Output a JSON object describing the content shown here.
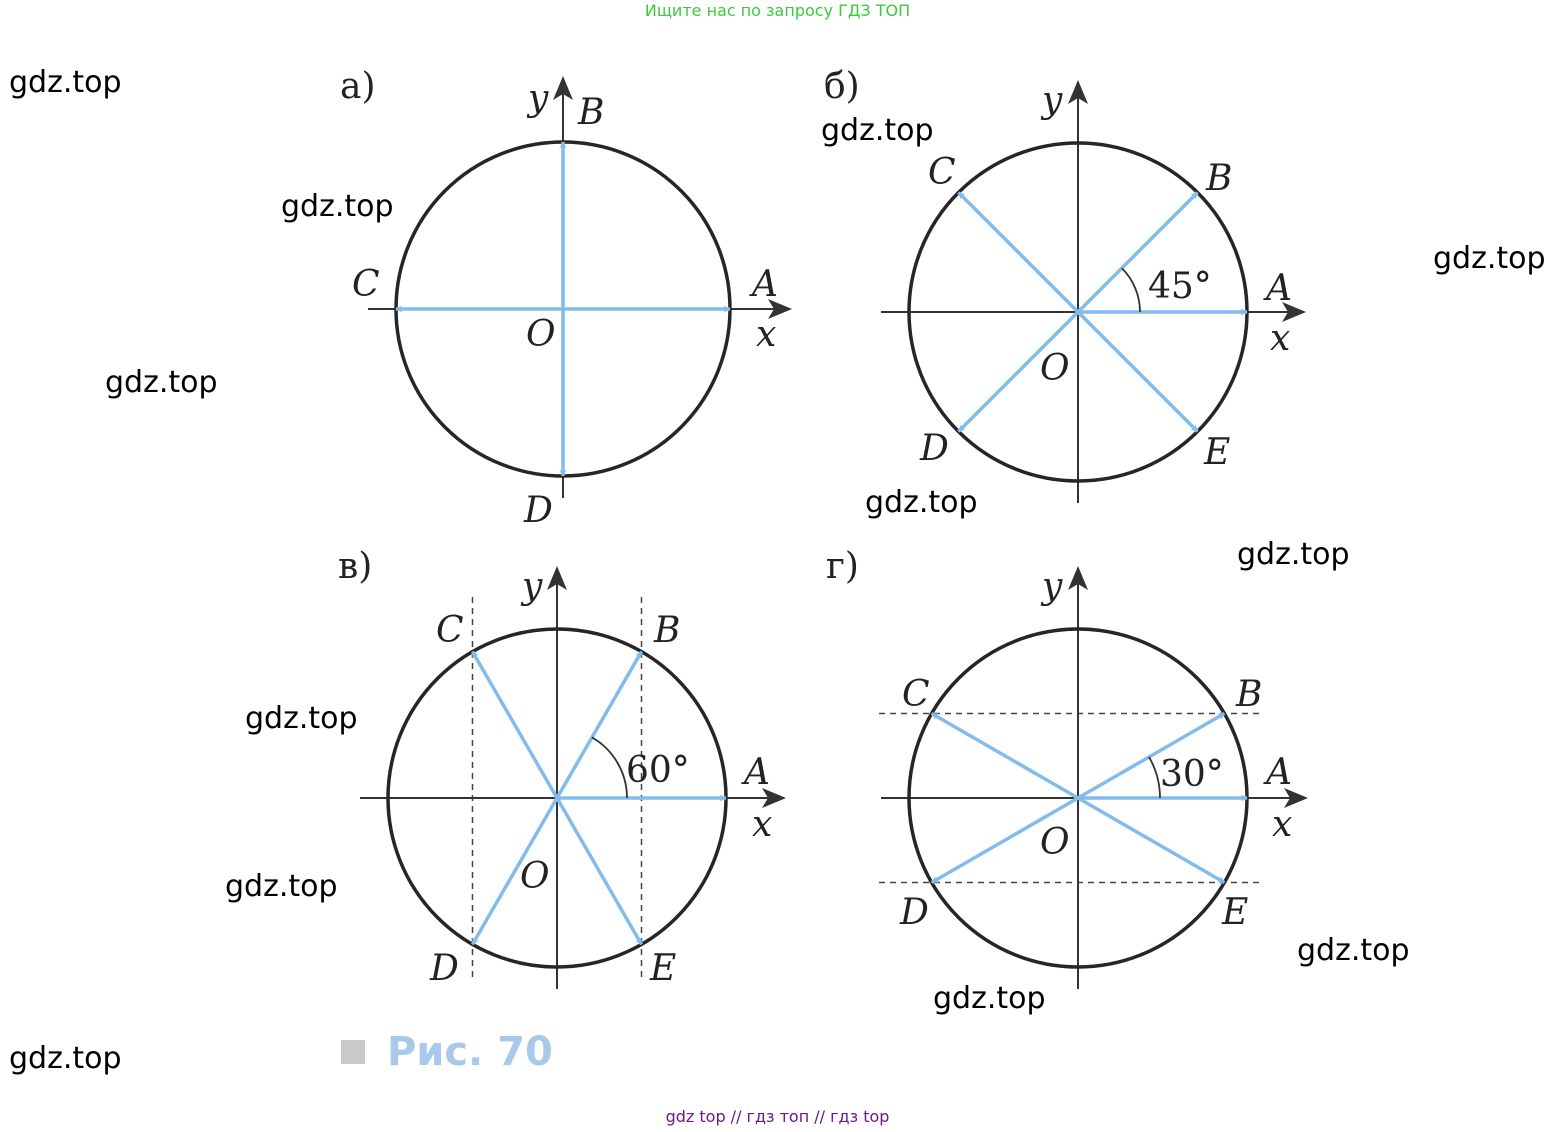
{
  "banner_top": "Ищите нас по запросу ГДЗ ТОП",
  "banner_bottom": "gdz top  //  гдз топ  //  гдз top",
  "watermark": "gdz.top",
  "figure_caption": "Рис. 70",
  "colors": {
    "vector": "#82bcec",
    "circle": "#262626",
    "axis": "#333333",
    "caption": "#a9c9ea"
  },
  "panels": [
    {
      "label": "а)",
      "axis_x": "x",
      "axis_y": "y",
      "origin": "O",
      "points": [
        {
          "name": "A",
          "angle_deg": 0
        },
        {
          "name": "B",
          "angle_deg": 90
        },
        {
          "name": "C",
          "angle_deg": 180
        },
        {
          "name": "D",
          "angle_deg": 270
        }
      ],
      "angle_label": null
    },
    {
      "label": "б)",
      "axis_x": "x",
      "axis_y": "y",
      "origin": "O",
      "points": [
        {
          "name": "A",
          "angle_deg": 0
        },
        {
          "name": "B",
          "angle_deg": 45
        },
        {
          "name": "C",
          "angle_deg": 135
        },
        {
          "name": "D",
          "angle_deg": 225
        },
        {
          "name": "E",
          "angle_deg": 315
        }
      ],
      "angle_label": "45°"
    },
    {
      "label": "в)",
      "axis_x": "x",
      "axis_y": "y",
      "origin": "O",
      "points": [
        {
          "name": "A",
          "angle_deg": 0
        },
        {
          "name": "B",
          "angle_deg": 60
        },
        {
          "name": "C",
          "angle_deg": 120
        },
        {
          "name": "D",
          "angle_deg": 240
        },
        {
          "name": "E",
          "angle_deg": 300
        }
      ],
      "angle_label": "60°",
      "guide_lines": "vertical"
    },
    {
      "label": "г)",
      "axis_x": "x",
      "axis_y": "y",
      "origin": "O",
      "points": [
        {
          "name": "A",
          "angle_deg": 0
        },
        {
          "name": "B",
          "angle_deg": 30
        },
        {
          "name": "C",
          "angle_deg": 150
        },
        {
          "name": "D",
          "angle_deg": 210
        },
        {
          "name": "E",
          "angle_deg": 330
        }
      ],
      "angle_label": "30°",
      "guide_lines": "horizontal"
    }
  ]
}
